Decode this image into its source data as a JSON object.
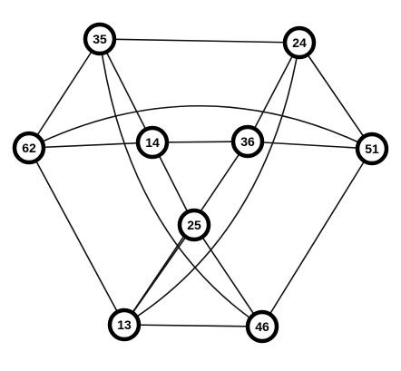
{
  "graph": {
    "nodes": [
      {
        "id": "n35",
        "label": "35"
      },
      {
        "id": "n24",
        "label": "24"
      },
      {
        "id": "n62",
        "label": "62"
      },
      {
        "id": "n14",
        "label": "14"
      },
      {
        "id": "n36",
        "label": "36"
      },
      {
        "id": "n51",
        "label": "51"
      },
      {
        "id": "n25",
        "label": "25"
      },
      {
        "id": "n13",
        "label": "13"
      },
      {
        "id": "n46",
        "label": "46"
      }
    ],
    "edges": [
      {
        "from": "n35",
        "to": "n24"
      },
      {
        "from": "n35",
        "to": "n62"
      },
      {
        "from": "n35",
        "to": "n14"
      },
      {
        "from": "n35",
        "to": "n46"
      },
      {
        "from": "n24",
        "to": "n36"
      },
      {
        "from": "n24",
        "to": "n51"
      },
      {
        "from": "n24",
        "to": "n13"
      },
      {
        "from": "n62",
        "to": "n14"
      },
      {
        "from": "n62",
        "to": "n51"
      },
      {
        "from": "n62",
        "to": "n13"
      },
      {
        "from": "n14",
        "to": "n36"
      },
      {
        "from": "n14",
        "to": "n25"
      },
      {
        "from": "n36",
        "to": "n51"
      },
      {
        "from": "n36",
        "to": "n13"
      },
      {
        "from": "n51",
        "to": "n46"
      },
      {
        "from": "n25",
        "to": "n13"
      },
      {
        "from": "n25",
        "to": "n46"
      },
      {
        "from": "n13",
        "to": "n46"
      }
    ],
    "colors": {
      "edge": "#111111",
      "node_stroke": "#000000",
      "node_fill": "#ffffff",
      "label": "#000000"
    }
  }
}
